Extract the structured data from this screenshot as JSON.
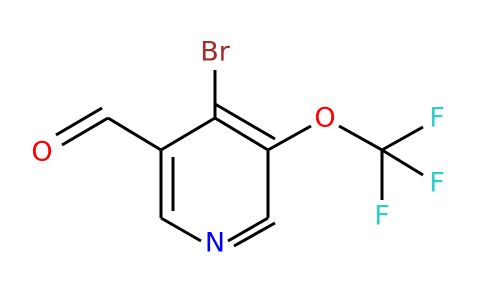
{
  "molecule": {
    "atoms": {
      "bromine": {
        "label": "Br",
        "color": "#a52a2a"
      },
      "aldehyde_oxygen": {
        "label": "O",
        "color": "#ff0000"
      },
      "ether_oxygen": {
        "label": "O",
        "color": "#ff0000"
      },
      "ring_nitrogen": {
        "label": "N",
        "color": "#0000ff"
      },
      "fluorine_1": {
        "label": "F",
        "color": "#33cccc"
      },
      "fluorine_2": {
        "label": "F",
        "color": "#33cccc"
      },
      "fluorine_3": {
        "label": "F",
        "color": "#33cccc"
      }
    },
    "bond_color": "#000000"
  }
}
